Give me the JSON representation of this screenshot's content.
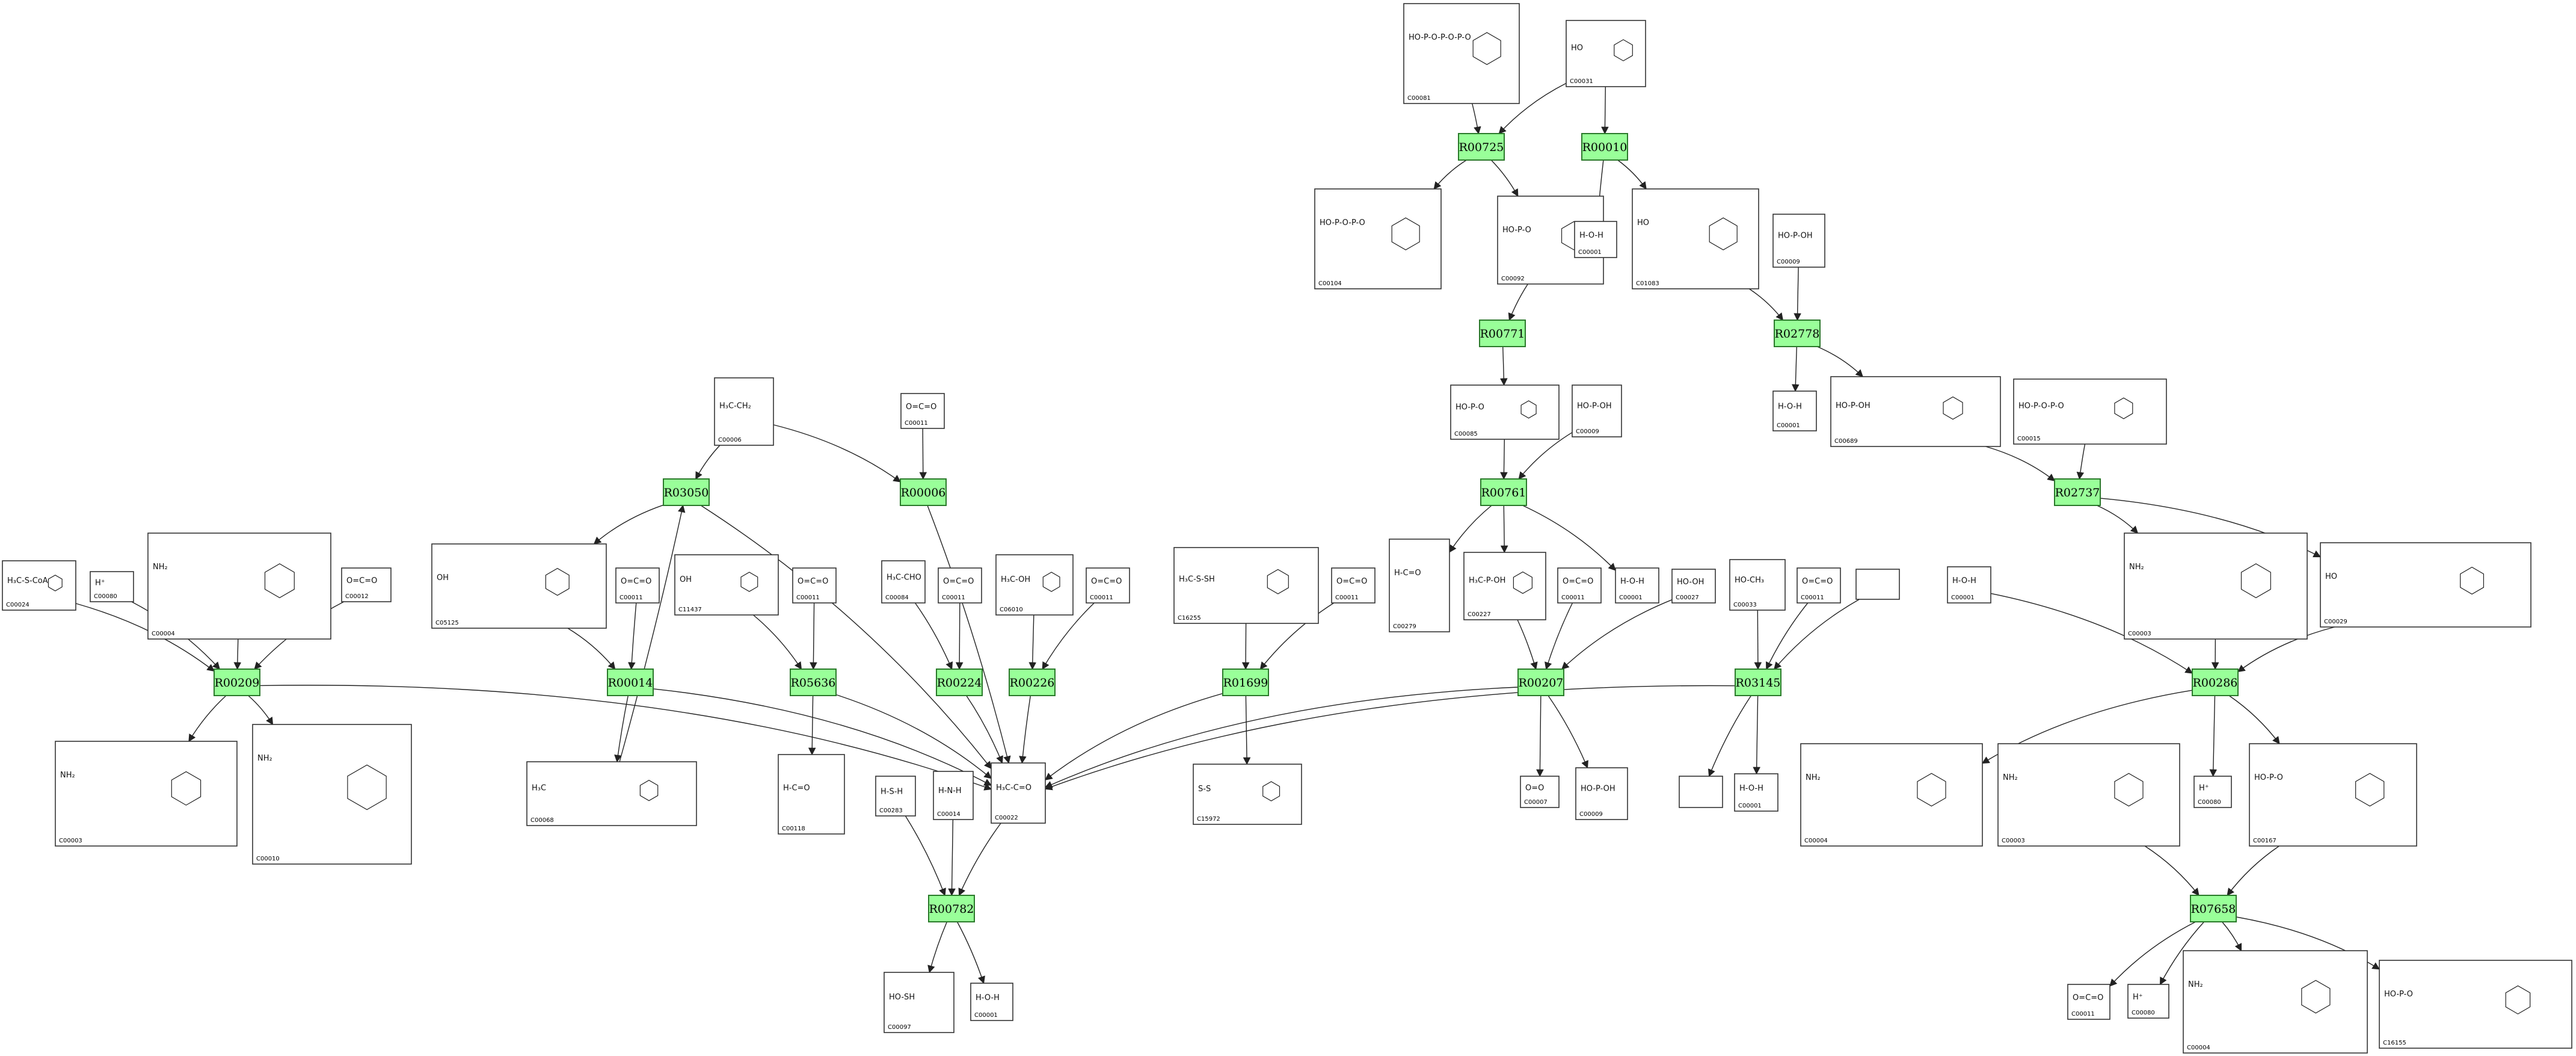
{
  "colors": {
    "reaction_fill": "#99ff99",
    "reaction_stroke": "#2a7a2a",
    "compound_stroke": "#333333",
    "edge": "#222222"
  },
  "reactions": [
    {
      "id": "R00725",
      "label": "R00725"
    },
    {
      "id": "R00010",
      "label": "R00010"
    },
    {
      "id": "R00771",
      "label": "R00771"
    },
    {
      "id": "R02778",
      "label": "R02778"
    },
    {
      "id": "R03050",
      "label": "R03050"
    },
    {
      "id": "R00006",
      "label": "R00006"
    },
    {
      "id": "R00761",
      "label": "R00761"
    },
    {
      "id": "R02737",
      "label": "R02737"
    },
    {
      "id": "R00209",
      "label": "R00209"
    },
    {
      "id": "R00014",
      "label": "R00014"
    },
    {
      "id": "R05636",
      "label": "R05636"
    },
    {
      "id": "R00224",
      "label": "R00224"
    },
    {
      "id": "R00226",
      "label": "R00226"
    },
    {
      "id": "R01699",
      "label": "R01699"
    },
    {
      "id": "R00207",
      "label": "R00207"
    },
    {
      "id": "R03145",
      "label": "R03145"
    },
    {
      "id": "R00286",
      "label": "R00286"
    },
    {
      "id": "R00782",
      "label": "R00782"
    },
    {
      "id": "R07658",
      "label": "R07658"
    }
  ],
  "compounds": [
    {
      "id": "c_top_itp",
      "label": "C00081",
      "formula": "HO-P-O-P-O-P-O"
    },
    {
      "id": "c_top_glc",
      "label": "C00031",
      "formula": "HO"
    },
    {
      "id": "c_imp",
      "label": "C00104",
      "formula": "HO-P-O-P-O"
    },
    {
      "id": "c_g6p",
      "label": "C00092",
      "formula": "HO-P-O"
    },
    {
      "id": "c_h2o_1",
      "label": "C00001",
      "formula": "H-O-H"
    },
    {
      "id": "c_tre",
      "label": "C01083",
      "formula": "HO"
    },
    {
      "id": "c_pi_1",
      "label": "C00009",
      "formula": "HO-P-OH"
    },
    {
      "id": "c_f6p",
      "label": "C00085",
      "formula": "HO-P-O"
    },
    {
      "id": "c_pi_2",
      "label": "C00009",
      "formula": "HO-P-OH"
    },
    {
      "id": "c_h2o_2",
      "label": "C00001",
      "formula": "H-O-H"
    },
    {
      "id": "c_tre6p",
      "label": "C00689",
      "formula": "HO-P-OH"
    },
    {
      "id": "c_udp",
      "label": "C00015",
      "formula": "HO-P-O-P-O"
    },
    {
      "id": "c_c00006",
      "label": "C00006",
      "formula": "H₃C-CH₂"
    },
    {
      "id": "c_co2_1",
      "label": "C00011",
      "formula": "O=C=O"
    },
    {
      "id": "c_acetylcoa",
      "label": "C00024",
      "formula": "H₃C-S-CoA"
    },
    {
      "id": "c_hplus_1",
      "label": "C00080",
      "formula": "H⁺"
    },
    {
      "id": "c_nadh_1",
      "label": "C00004",
      "formula": "NH₂"
    },
    {
      "id": "c_co2_2",
      "label": "C00012",
      "formula": "O=C=O"
    },
    {
      "id": "c_c05125",
      "label": "C05125",
      "formula": "OH"
    },
    {
      "id": "c_co2_3",
      "label": "C00011",
      "formula": "O=C=O"
    },
    {
      "id": "c_c11437",
      "label": "C11437",
      "formula": "OH"
    },
    {
      "id": "c_co2_4",
      "label": "C00011",
      "formula": "O=C=O"
    },
    {
      "id": "c_acetald",
      "label": "C00084",
      "formula": "H₃C-CHO"
    },
    {
      "id": "c_co2_5",
      "label": "C00011",
      "formula": "O=C=O"
    },
    {
      "id": "c_c06010",
      "label": "C06010",
      "formula": "H₃C-OH"
    },
    {
      "id": "c_co2_6",
      "label": "C00011",
      "formula": "O=C=O"
    },
    {
      "id": "c_c16255",
      "label": "C16255",
      "formula": "H₃C-S-SH"
    },
    {
      "id": "c_co2_7",
      "label": "C00011",
      "formula": "O=C=O"
    },
    {
      "id": "c_c00279",
      "label": "C00279",
      "formula": "H-C=O"
    },
    {
      "id": "c_acp",
      "label": "C00227",
      "formula": "H₃C-P-OH"
    },
    {
      "id": "c_co2_8",
      "label": "C00011",
      "formula": "O=C=O"
    },
    {
      "id": "c_h2o_3",
      "label": "C00001",
      "formula": "H-O-H"
    },
    {
      "id": "c_h2o2",
      "label": "C00027",
      "formula": "HO-OH"
    },
    {
      "id": "c_acetate",
      "label": "C00033",
      "formula": "HO-CH₃"
    },
    {
      "id": "c_co2_9",
      "label": "C00011",
      "formula": "O=C=O"
    },
    {
      "id": "c_blank_1",
      "label": "",
      "formula": ""
    },
    {
      "id": "c_h2o_4",
      "label": "C00001",
      "formula": "H-O-H"
    },
    {
      "id": "c_nad_1",
      "label": "C00003",
      "formula": "NH₂"
    },
    {
      "id": "c_udpglc",
      "label": "C00029",
      "formula": "HO"
    },
    {
      "id": "c_nadh_2",
      "label": "C00003",
      "formula": "NH₂"
    },
    {
      "id": "c_coa",
      "label": "C00010",
      "formula": "NH₂"
    },
    {
      "id": "c_c00068",
      "label": "C00068",
      "formula": "H₃C"
    },
    {
      "id": "c_c00118",
      "label": "C00118",
      "formula": "H-C=O"
    },
    {
      "id": "c_pyruvate",
      "label": "C00022",
      "formula": "H₃C-C=O"
    },
    {
      "id": "c_c15972",
      "label": "C15972",
      "formula": "S-S"
    },
    {
      "id": "c_o2",
      "label": "C00007",
      "formula": "O=O"
    },
    {
      "id": "c_pi_3",
      "label": "C00009",
      "formula": "HO-P-OH"
    },
    {
      "id": "c_blank_2",
      "label": "",
      "formula": ""
    },
    {
      "id": "c_h2o_5",
      "label": "C00001",
      "formula": "H-O-H"
    },
    {
      "id": "c_nadh_3",
      "label": "C00004",
      "formula": "NH₂"
    },
    {
      "id": "c_nad_2",
      "label": "C00003",
      "formula": "NH₂"
    },
    {
      "id": "c_hplus_2",
      "label": "C00080",
      "formula": "H⁺"
    },
    {
      "id": "c_c00167",
      "label": "C00167",
      "formula": "HO-P-O"
    },
    {
      "id": "c_h2s",
      "label": "C00283",
      "formula": "H-S-H"
    },
    {
      "id": "c_nh3",
      "label": "C00014",
      "formula": "H-N-H"
    },
    {
      "id": "c_ala",
      "label": "C00097",
      "formula": "HO-SH"
    },
    {
      "id": "c_h2o_6",
      "label": "C00001",
      "formula": "H-O-H"
    },
    {
      "id": "c_co2_10",
      "label": "C00011",
      "formula": "O=C=O"
    },
    {
      "id": "c_hplus_3",
      "label": "C00080",
      "formula": "H⁺"
    },
    {
      "id": "c_nadh_4",
      "label": "C00004",
      "formula": "NH₂"
    },
    {
      "id": "c_c16155",
      "label": "C16155",
      "formula": "HO-P-O"
    }
  ]
}
